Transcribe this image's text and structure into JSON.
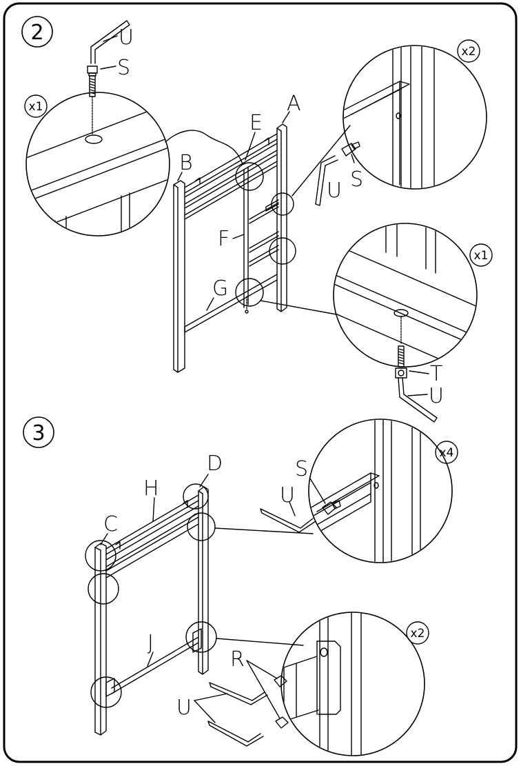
{
  "steps": [
    {
      "number": "2",
      "callouts": [
        "x1",
        "x2",
        "x1"
      ],
      "labels": {
        "A": "A",
        "B": "B",
        "E": "E",
        "F": "F",
        "G": "G",
        "S1": "S",
        "U1": "U",
        "S2": "S",
        "U2": "U",
        "T": "T",
        "U3": "U"
      }
    },
    {
      "number": "3",
      "callouts": [
        "x4",
        "x2"
      ],
      "labels": {
        "C": "C",
        "D": "D",
        "H": "H",
        "J": "J",
        "S": "S",
        "U1": "U",
        "R": "R",
        "U2": "U"
      }
    }
  ],
  "colors": {
    "ink": "#000000",
    "paper": "#ffffff"
  }
}
